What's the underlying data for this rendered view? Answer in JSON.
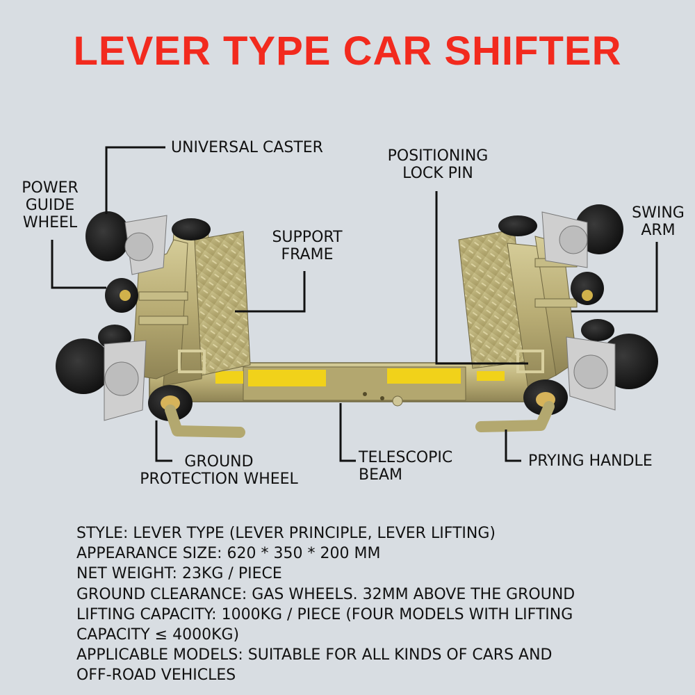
{
  "title": "LEVER TYPE CAR SHIFTER",
  "callouts": {
    "universal_caster": "UNIVERSAL CASTER",
    "power_guide_wheel": [
      "POWER",
      "GUIDE",
      "WHEEL"
    ],
    "support_frame": [
      "SUPPORT",
      "FRAME"
    ],
    "positioning_lock_pin": [
      "POSITIONING",
      "LOCK PIN"
    ],
    "swing_arm": [
      "SWING",
      "ARM"
    ],
    "ground_protection_wheel": [
      "GROUND",
      "PROTECTION WHEEL"
    ],
    "telescopic_beam": [
      "TELESCOPIC",
      "BEAM"
    ],
    "prying_handle": "PRYING HANDLE"
  },
  "specs": [
    "STYLE: LEVER TYPE (LEVER PRINCIPLE, LEVER LIFTING)",
    "APPEARANCE SIZE: 620 * 350 * 200 MM",
    "NET WEIGHT: 23KG / PIECE",
    "GROUND CLEARANCE: GAS WHEELS. 32MM ABOVE THE GROUND",
    "LIFTING CAPACITY: 1000KG / PIECE (FOUR MODELS WITH LIFTING",
    "CAPACITY ≤ 4000KG)",
    "APPLICABLE MODELS: SUITABLE FOR ALL KINDS OF CARS AND",
    "OFF-ROAD VEHICLES"
  ],
  "colors": {
    "title": "#f22a1e",
    "background": "#d8dde2",
    "metal": "#b7ab74",
    "tire": "#1a1a1a",
    "sticker": "#f1d21a"
  }
}
